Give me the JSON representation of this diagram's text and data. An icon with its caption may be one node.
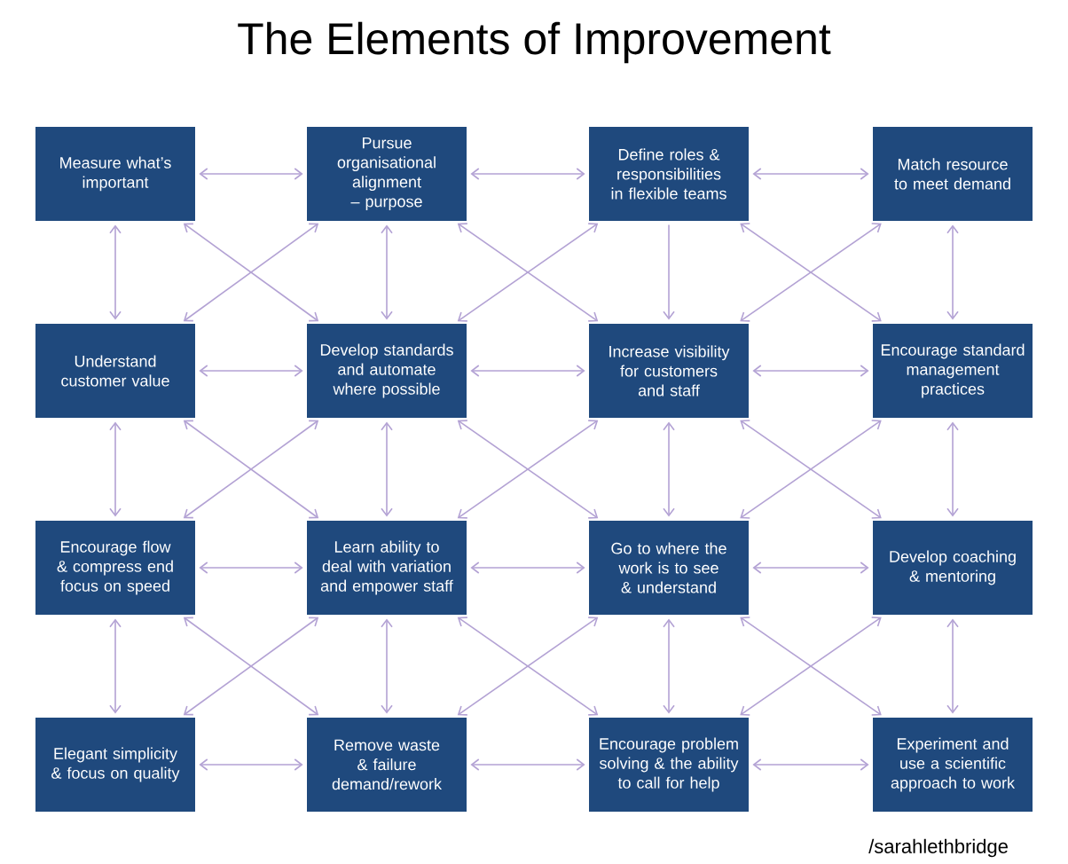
{
  "diagram": {
    "title": "The Elements of Improvement",
    "nodes": [
      {
        "text": [
          "Measure what’s important"
        ]
      },
      {
        "text": [
          "Pursue organisational alignment – purpose"
        ]
      },
      {
        "text": [
          "Define roles & responsibilities in flexible teams"
        ]
      },
      {
        "text": [
          "Match resource to meet demand"
        ]
      },
      {
        "text": [
          "Understand customer value"
        ]
      },
      {
        "text": [
          "Develop standards and automate where possible"
        ]
      },
      {
        "text": [
          "Increase visibility for customers and staff"
        ]
      },
      {
        "text": [
          "Encourage standard management practices"
        ]
      },
      {
        "text": [
          "Encourage flow & compress end focus on speed"
        ]
      },
      {
        "text": [
          "Learn ability to deal with variation and empower staff"
        ]
      },
      {
        "text": [
          "Go to where the work is to see & understand"
        ]
      },
      {
        "text": [
          "Develop coaching & mentoring"
        ]
      },
      {
        "text": [
          "Elegant simplicity & focus on quality"
        ]
      },
      {
        "text": [
          "Remove waste & failure demand/rework"
        ]
      },
      {
        "text": [
          "Encourage problem solving & the ability to call for help"
        ]
      },
      {
        "text": [
          "Experiment and use a scientific approach to work"
        ]
      }
    ],
    "edges": [
      {
        "from": 0,
        "to": 1,
        "arrow": "both"
      },
      {
        "from": 1,
        "to": 2,
        "arrow": "both"
      },
      {
        "from": 2,
        "to": 3,
        "arrow": "both"
      },
      {
        "from": 4,
        "to": 5,
        "arrow": "both"
      },
      {
        "from": 5,
        "to": 6,
        "arrow": "both"
      },
      {
        "from": 6,
        "to": 7,
        "arrow": "both"
      },
      {
        "from": 8,
        "to": 9,
        "arrow": "both"
      },
      {
        "from": 9,
        "to": 10,
        "arrow": "both"
      },
      {
        "from": 10,
        "to": 11,
        "arrow": "both"
      },
      {
        "from": 12,
        "to": 13,
        "arrow": "both"
      },
      {
        "from": 13,
        "to": 14,
        "arrow": "both"
      },
      {
        "from": 14,
        "to": 15,
        "arrow": "both"
      },
      {
        "from": 0,
        "to": 4,
        "arrow": "both"
      },
      {
        "from": 1,
        "to": 5,
        "arrow": "both"
      },
      {
        "from": 2,
        "to": 6,
        "arrow": "to"
      },
      {
        "from": 3,
        "to": 7,
        "arrow": "both"
      },
      {
        "from": 4,
        "to": 8,
        "arrow": "both"
      },
      {
        "from": 5,
        "to": 9,
        "arrow": "both"
      },
      {
        "from": 6,
        "to": 10,
        "arrow": "both"
      },
      {
        "from": 7,
        "to": 11,
        "arrow": "both"
      },
      {
        "from": 8,
        "to": 12,
        "arrow": "both"
      },
      {
        "from": 9,
        "to": 13,
        "arrow": "both"
      },
      {
        "from": 10,
        "to": 14,
        "arrow": "both"
      },
      {
        "from": 11,
        "to": 15,
        "arrow": "both"
      },
      {
        "from": 0,
        "to": 5,
        "arrow": "both"
      },
      {
        "from": 1,
        "to": 4,
        "arrow": "both"
      },
      {
        "from": 1,
        "to": 6,
        "arrow": "both"
      },
      {
        "from": 2,
        "to": 5,
        "arrow": "both"
      },
      {
        "from": 2,
        "to": 7,
        "arrow": "both"
      },
      {
        "from": 3,
        "to": 6,
        "arrow": "both"
      },
      {
        "from": 4,
        "to": 9,
        "arrow": "both"
      },
      {
        "from": 5,
        "to": 8,
        "arrow": "both"
      },
      {
        "from": 5,
        "to": 10,
        "arrow": "both"
      },
      {
        "from": 6,
        "to": 9,
        "arrow": "both"
      },
      {
        "from": 6,
        "to": 11,
        "arrow": "both"
      },
      {
        "from": 7,
        "to": 10,
        "arrow": "both"
      },
      {
        "from": 8,
        "to": 13,
        "arrow": "both"
      },
      {
        "from": 9,
        "to": 12,
        "arrow": "both"
      },
      {
        "from": 9,
        "to": 14,
        "arrow": "both"
      },
      {
        "from": 10,
        "to": 13,
        "arrow": "both"
      },
      {
        "from": 10,
        "to": 15,
        "arrow": "both"
      },
      {
        "from": 11,
        "to": 14,
        "arrow": "both"
      }
    ],
    "labels": [
      "/sarahlethbridge"
    ]
  }
}
